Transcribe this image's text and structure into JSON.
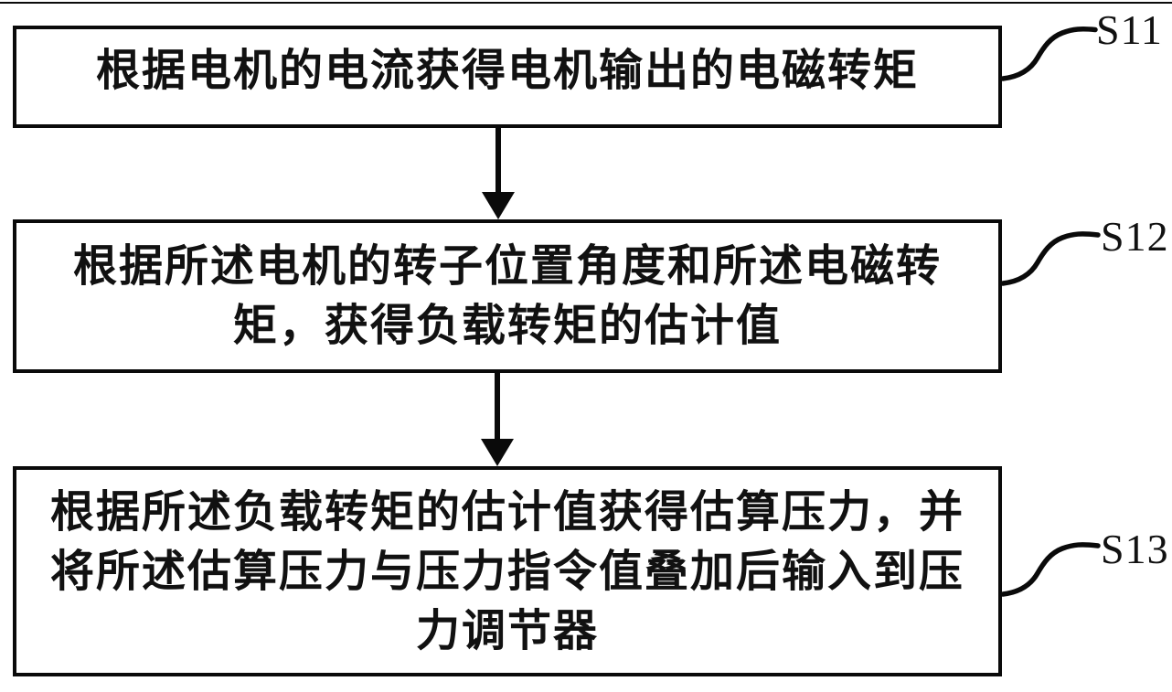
{
  "figure": {
    "kind": "patent-flowchart",
    "background_color": "#ffffff",
    "ink_color": "#0a0a0a"
  },
  "steps": [
    {
      "ref": "S11",
      "text": "根据电机的电流获得电机输出的电磁转矩",
      "lines": [
        "根据电机的电流获得电机输出的电磁转矩"
      ]
    },
    {
      "ref": "S12",
      "text": "根据所述电机的转子位置角度和所述电磁转矩，获得负载转矩的估计值",
      "lines": [
        "根据所述电机的转子位置角度和所述电磁转",
        "矩，获得负载转矩的估计值"
      ]
    },
    {
      "ref": "S13",
      "text": "根据所述负载转矩的估计值获得估算压力，并将所述估算压力与压力指令值叠加后输入到压力调节器",
      "lines": [
        "根据所述负载转矩的估计值获得估算压力，并",
        "将所述估算压力与压力指令值叠加后输入到压",
        "力调节器"
      ]
    }
  ],
  "connections": [
    {
      "from": "step-1",
      "to": "step-2",
      "type": "arrow-down"
    },
    {
      "from": "step-2",
      "to": "step-3",
      "type": "arrow-down"
    }
  ]
}
